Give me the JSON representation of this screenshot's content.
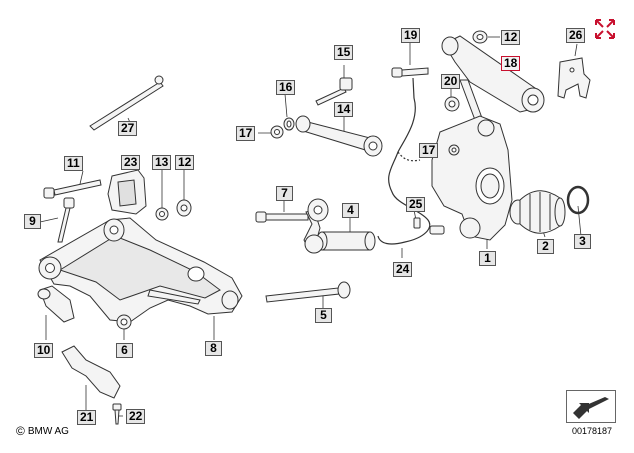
{
  "callouts": {
    "c1": "1",
    "c2": "2",
    "c3": "3",
    "c4": "4",
    "c5": "5",
    "c6": "6",
    "c7": "7",
    "c8": "8",
    "c9": "9",
    "c10": "10",
    "c11": "11",
    "c12a": "12",
    "c12b": "12",
    "c13": "13",
    "c14": "14",
    "c15": "15",
    "c16": "16",
    "c17a": "17",
    "c17b": "17",
    "c18": "18",
    "c19": "19",
    "c20": "20",
    "c21": "21",
    "c22": "22",
    "c23": "23",
    "c24": "24",
    "c25": "25",
    "c26": "26",
    "c27": "27"
  },
  "selected_callout": "18",
  "copyright": "BMW AG",
  "copyright_symbol": "©",
  "part_number": "00178187",
  "colors": {
    "highlight": "#c8102e",
    "callout_fill": "#e6e6e6",
    "lines": "#333333"
  },
  "icons": {
    "expand": "expand-arrows-icon",
    "pointer": "arrow-pointer-icon"
  }
}
